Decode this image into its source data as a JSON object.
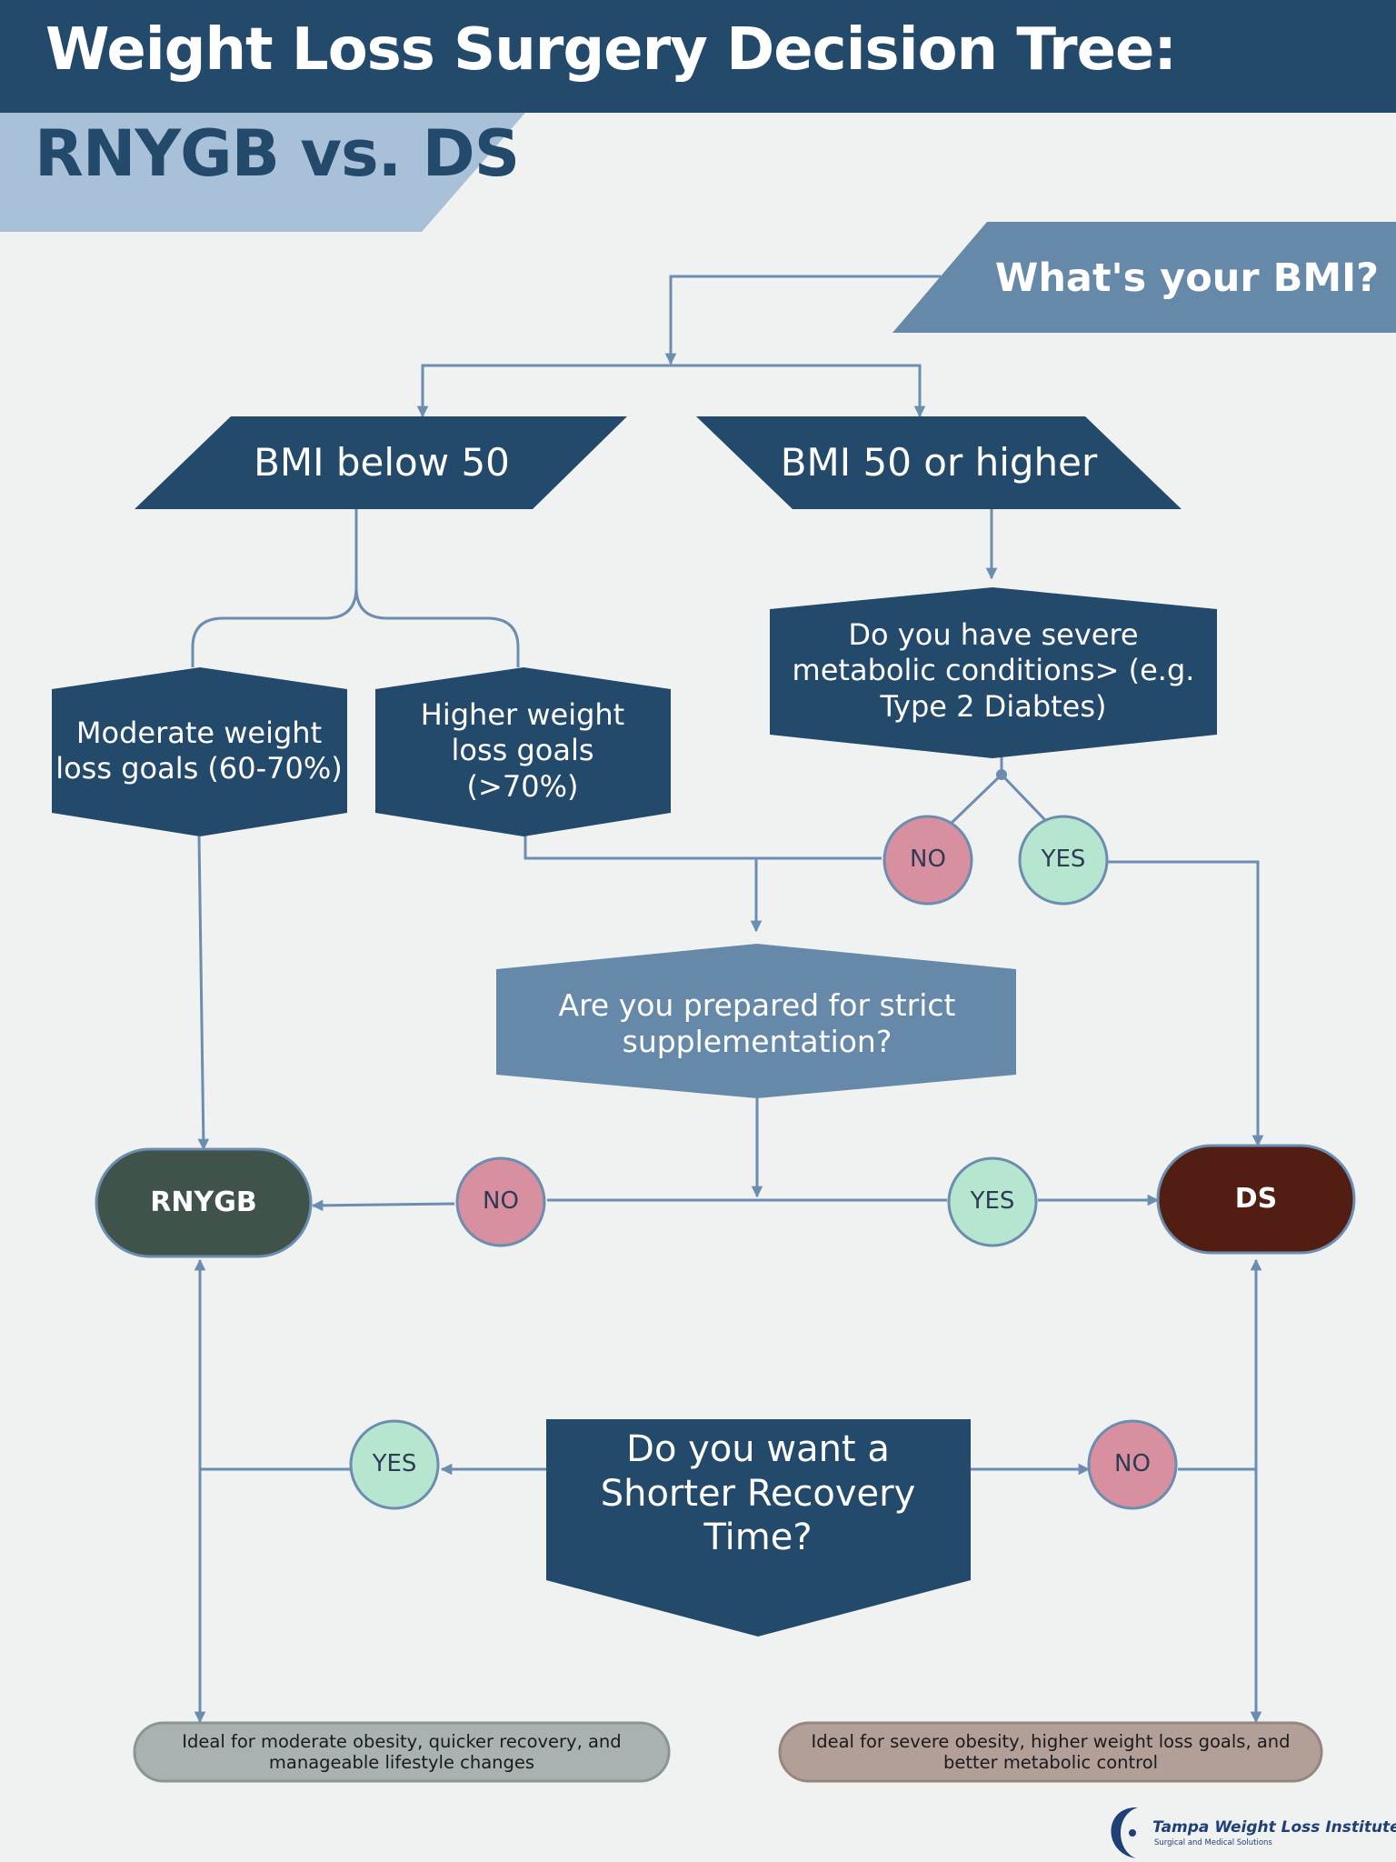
{
  "header": {
    "title": "Weight Loss Surgery Decision Tree:",
    "subtitle": "RNYGB vs. DS"
  },
  "nodes": {
    "bmi_question": "What's your BMI?",
    "bmi_below": "BMI below 50",
    "bmi_above": "BMI 50 or higher",
    "metabolic_question": "Do you have severe metabolic conditions> (e.g. Type 2 Diabtes)",
    "moderate_goals": "Moderate weight loss goals (60-70%)",
    "higher_goals": "Higher weight loss goals (>70%)",
    "supplement_question": "Are you prepared for strict supplementation?",
    "recovery_question": "Do you want a Shorter Recovery Time?",
    "rnygb": "RNYGB",
    "ds": "DS"
  },
  "answers": {
    "no": "NO",
    "yes": "YES"
  },
  "notes": {
    "rnygb": "Ideal for moderate obesity, quicker recovery, and manageable lifestyle changes",
    "ds": "Ideal for severe obesity, higher weight loss goals, and better metabolic control"
  },
  "brand": {
    "name": "Tampa Weight Loss Institute",
    "tagline": "Surgical and Medical Solutions"
  },
  "colors": {
    "navy": "#244a6b",
    "steel": "#6689aa",
    "light_blue": "#a9c1d8",
    "connector": "#6a8db0",
    "no_fill": "#d88fa0",
    "yes_fill": "#b6e6d0",
    "rnygb_fill": "#40534a",
    "ds_fill": "#521d12",
    "rnygb_note": "#a9b2b0",
    "ds_note": "#b29f98",
    "background": "#f0f1f1"
  }
}
